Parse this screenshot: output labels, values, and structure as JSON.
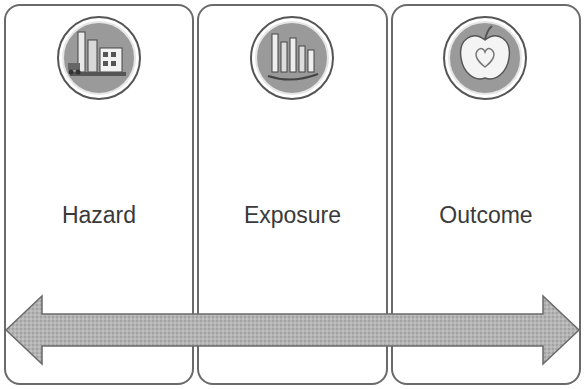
{
  "diagram": {
    "nodes": [
      {
        "text": [
          "Hazard"
        ]
      },
      {
        "text": [
          "Exposure"
        ]
      },
      {
        "text": [
          "Outcome"
        ]
      }
    ]
  }
}
